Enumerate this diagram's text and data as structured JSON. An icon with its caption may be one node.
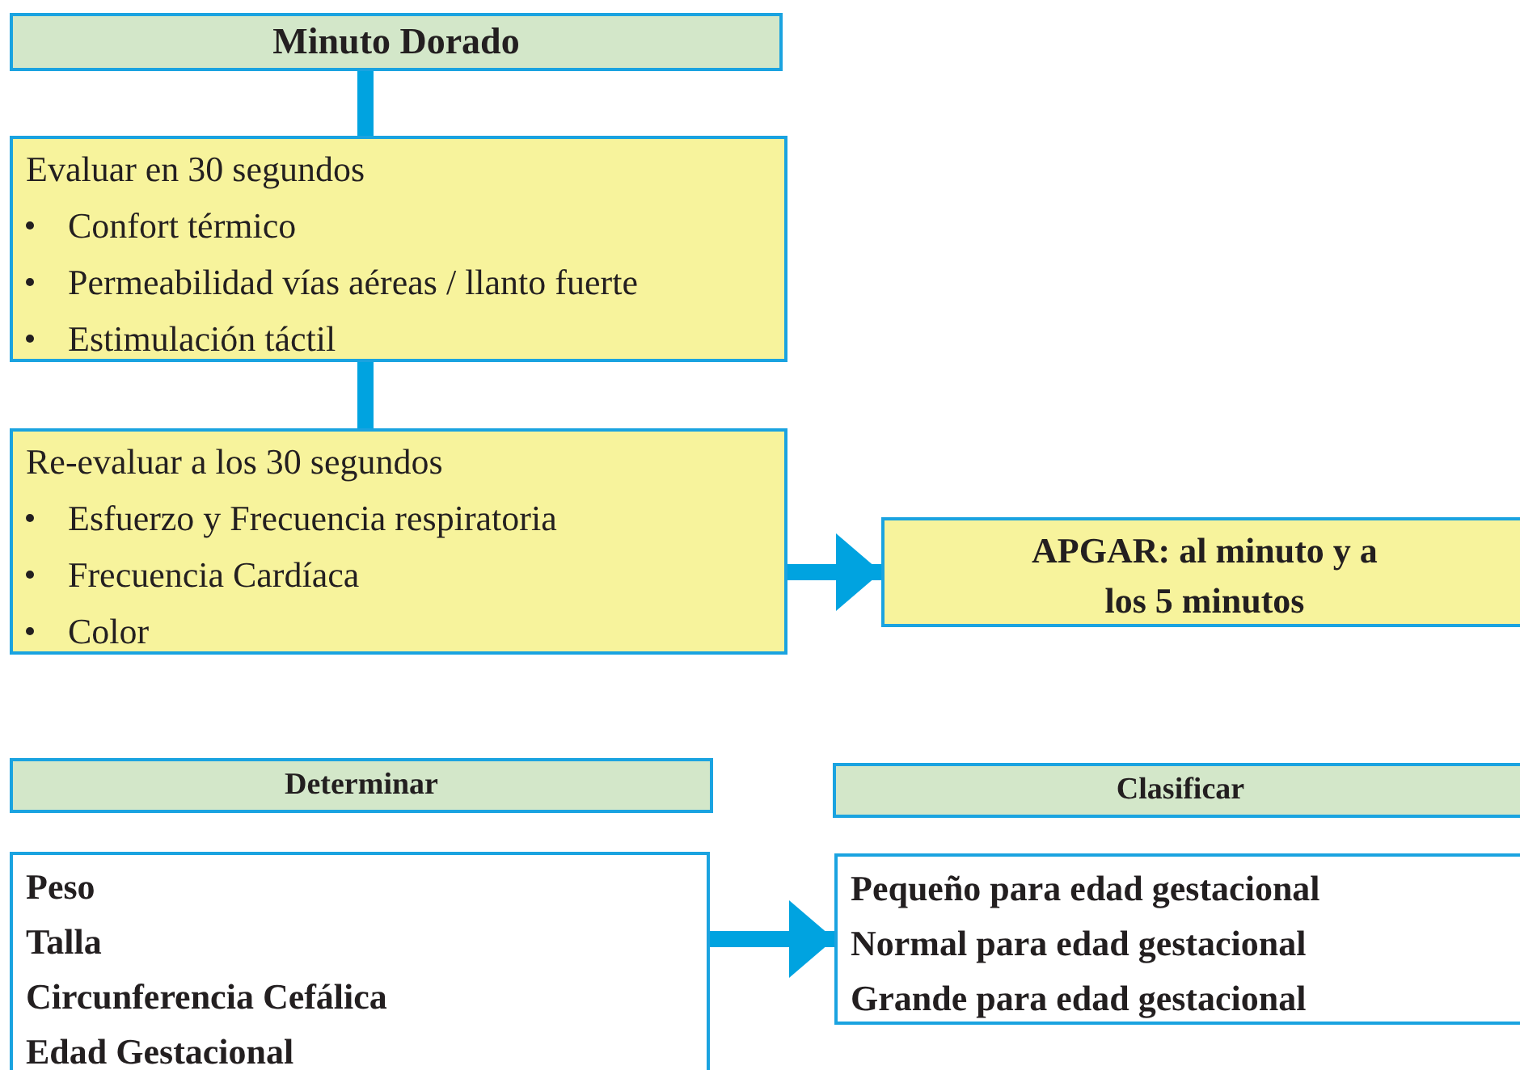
{
  "diagram": {
    "nodes": [
      {
        "text": [
          "Minuto Dorado"
        ]
      },
      {
        "text": [
          "Evaluar en 30 segundos",
          "Confort térmico",
          "Permeabilidad vías aéreas / llanto fuerte",
          "Estimulación táctil"
        ]
      },
      {
        "text": [
          "Re-evaluar a los 30 segundos",
          "Esfuerzo y Frecuencia respiratoria",
          "Frecuencia Cardíaca",
          "Color"
        ]
      },
      {
        "text": [
          "APGAR: al minuto y a los 5 minutos"
        ]
      },
      {
        "text": [
          "Determinar"
        ]
      },
      {
        "text": [
          "Peso",
          "Talla",
          "Circunferencia Cefálica",
          "Edad Gestacional"
        ]
      },
      {
        "text": [
          "Clasificar"
        ]
      },
      {
        "text": [
          "Pequeño para edad gestacional",
          "Normal para edad gestacional",
          "Grande para edad gestacional"
        ]
      }
    ],
    "edges": [
      {
        "from": 0,
        "to": 1,
        "arrow": "none"
      },
      {
        "from": 1,
        "to": 2,
        "arrow": "none"
      },
      {
        "from": 2,
        "to": 3,
        "arrow": "to"
      },
      {
        "from": 5,
        "to": 7,
        "arrow": "to"
      }
    ]
  }
}
